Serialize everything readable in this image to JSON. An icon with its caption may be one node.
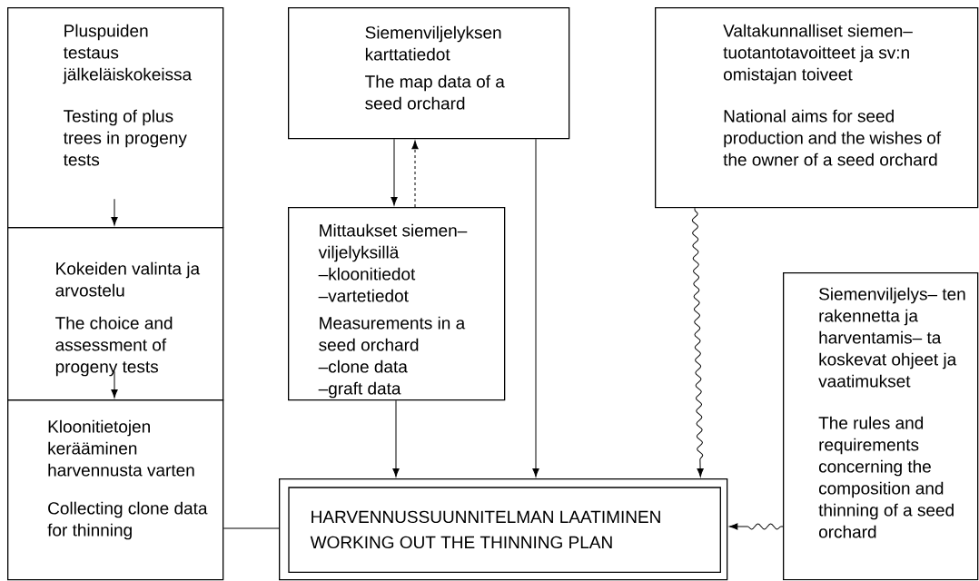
{
  "diagram": {
    "nodes": [
      {
        "text": [
          "Pluspuiden testaus jälkeläiskokeissa",
          "Testing of plus trees in progeny tests"
        ]
      },
      {
        "text": [
          "Kokeiden valinta ja arvostelu",
          "The choice and assessment of progeny tests"
        ]
      },
      {
        "text": [
          "Kloonitietojen kerääminen harvennusta varten",
          "Collecting clone data for thinning"
        ]
      },
      {
        "text": [
          "Siemenviljelyksen karttatiedot",
          "The map data of a seed orchard"
        ]
      },
      {
        "text": [
          "Mittaukset siemen– viljelyksillä",
          "–kloonitiedot",
          "–vartetiedot",
          "Measurements in a seed orchard",
          "–clone data",
          "–graft data"
        ]
      },
      {
        "text": [
          "Valtakunnalliset siemen– tuotantotavoitteet ja sv:n omistajan toiveet",
          "National aims for seed production and the wishes of the owner of a seed orchard"
        ]
      },
      {
        "text": [
          "Siemenviljelys– ten rakennetta ja harventamis– ta koskevat ohjeet ja vaatimukset",
          "The rules and requirements concerning the composition and thinning of a seed orchard"
        ]
      },
      {
        "text": [
          "HARVENNUSSUUNNITELMAN LAATIMINEN",
          "WORKING OUT THE THINNING PLAN"
        ]
      }
    ],
    "edges": [
      {
        "from": 0,
        "to": 1,
        "arrow": "to"
      },
      {
        "from": 1,
        "to": 2,
        "arrow": "to"
      },
      {
        "from": 3,
        "to": 4,
        "arrow": "to"
      },
      {
        "from": 4,
        "to": 3,
        "arrow": "to",
        "style": "dashed"
      },
      {
        "from": 3,
        "to": 7,
        "arrow": "to"
      },
      {
        "from": 4,
        "to": 7,
        "arrow": "to"
      },
      {
        "from": 5,
        "to": 7,
        "arrow": "to"
      },
      {
        "from": 6,
        "to": 7,
        "arrow": "to"
      },
      {
        "from": 2,
        "to": 7,
        "arrow": "none"
      }
    ]
  }
}
